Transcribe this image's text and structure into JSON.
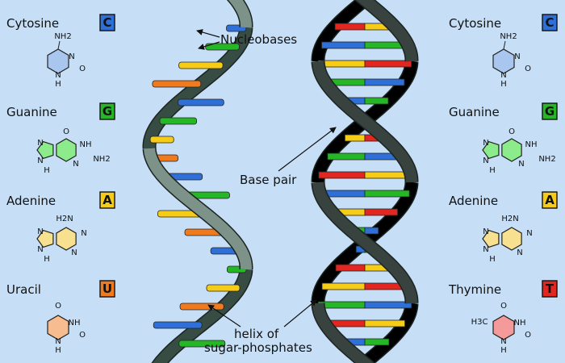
{
  "left_panel": {
    "bases": [
      {
        "name": "Cytosine",
        "letter": "C",
        "color": "#2e6fd8",
        "ring": "#a9c6ef",
        "kind": "pyrimidine",
        "subs": [
          "NH2",
          "N",
          "N",
          "H",
          "O"
        ]
      },
      {
        "name": "Guanine",
        "letter": "G",
        "color": "#26b726",
        "ring": "#8cec8c",
        "kind": "purine-g",
        "subs": [
          "O",
          "N",
          "NH",
          "NH2",
          "N",
          "N",
          "H"
        ]
      },
      {
        "name": "Adenine",
        "letter": "A",
        "color": "#f6cc17",
        "ring": "#f7e08f",
        "kind": "purine-a",
        "subs": [
          "H2N",
          "N",
          "N",
          "N",
          "N",
          "H"
        ]
      },
      {
        "name": "Uracil",
        "letter": "U",
        "color": "#f07a1e",
        "ring": "#f7bd90",
        "kind": "pyrimidine-u",
        "subs": [
          "O",
          "NH",
          "N",
          "H",
          "O"
        ]
      }
    ]
  },
  "right_panel": {
    "bases": [
      {
        "name": "Cytosine",
        "letter": "C",
        "color": "#2e6fd8",
        "ring": "#a9c6ef",
        "kind": "pyrimidine",
        "subs": [
          "NH2",
          "N",
          "N",
          "H",
          "O"
        ]
      },
      {
        "name": "Guanine",
        "letter": "G",
        "color": "#26b726",
        "ring": "#8cec8c",
        "kind": "purine-g",
        "subs": [
          "O",
          "N",
          "NH",
          "NH2",
          "N",
          "N",
          "H"
        ]
      },
      {
        "name": "Adenine",
        "letter": "A",
        "color": "#f6cc17",
        "ring": "#f7e08f",
        "kind": "purine-a",
        "subs": [
          "H2N",
          "N",
          "N",
          "N",
          "N",
          "H"
        ]
      },
      {
        "name": "Thymine",
        "letter": "T",
        "color": "#e3261f",
        "ring": "#f49a9a",
        "kind": "pyrimidine-t",
        "subs": [
          "H3C",
          "O",
          "NH",
          "N",
          "H",
          "O"
        ]
      }
    ]
  },
  "annotations": {
    "nucleobases": "Nucleobases",
    "base_pair": "Base pair",
    "helix_line1": "helix of",
    "helix_line2": "sugar-phosphates"
  },
  "colors": {
    "background": "#c6dff6",
    "rna_backbone": "#7d9288",
    "dna_backbone": "#38423f",
    "cytosine": "#2e6fd8",
    "guanine": "#26b726",
    "adenine": "#f6cc17",
    "uracil": "#f07a1e",
    "thymine": "#e3261f"
  }
}
